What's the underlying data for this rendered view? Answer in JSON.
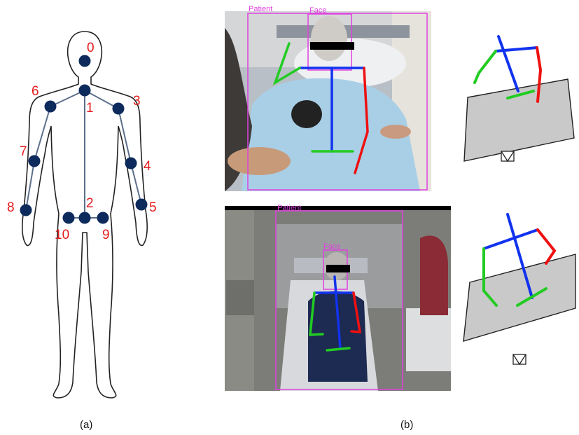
{
  "panels": {
    "a": {
      "label": "(a)"
    },
    "b": {
      "label": "(b)"
    }
  },
  "keypoints": [
    {
      "id": "0",
      "name": "head"
    },
    {
      "id": "1",
      "name": "neck"
    },
    {
      "id": "2",
      "name": "pelvis"
    },
    {
      "id": "3",
      "name": "left-shoulder"
    },
    {
      "id": "4",
      "name": "left-elbow"
    },
    {
      "id": "5",
      "name": "left-wrist"
    },
    {
      "id": "6",
      "name": "right-shoulder"
    },
    {
      "id": "7",
      "name": "right-elbow"
    },
    {
      "id": "8",
      "name": "right-wrist"
    },
    {
      "id": "9",
      "name": "left-hip"
    },
    {
      "id": "10",
      "name": "right-hip"
    }
  ],
  "detections": {
    "patient_label": "Patient",
    "face_label": "Face"
  },
  "colors": {
    "keypoint": "#0d2a5c",
    "label_red": "#e31a1c",
    "bbox_magenta": "#e040e0",
    "limb_green": "#22cc22",
    "limb_blue": "#1133ee",
    "limb_red": "#ee1111",
    "bed_plane": "#c9c9c9",
    "anonymize_bar": "#000000"
  }
}
